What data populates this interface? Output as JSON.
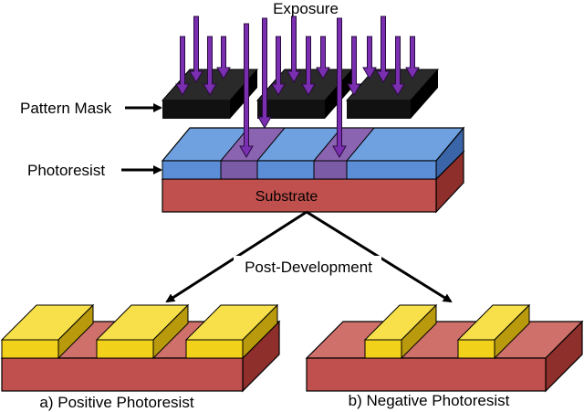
{
  "labels": {
    "exposure": "Exposure",
    "pattern_mask": "Pattern Mask",
    "photoresist": "Photoresist",
    "substrate": "Substrate",
    "post_development": "Post-Development",
    "positive_caption": "a) Positive Photoresist",
    "negative_caption": "b) Negative Photoresist"
  },
  "colors": {
    "substrate_front": "#c0504d",
    "substrate_top": "#d06a66",
    "substrate_side": "#8e2f2c",
    "resist_front": "#5b8ed6",
    "resist_top": "#6fa0e0",
    "resist_side": "#3a65a8",
    "exposed_front": "#7b5aa6",
    "exposed_top": "#8a64b0",
    "mask": "#111111",
    "mask_top": "#2a2a2a",
    "arrow_fill": "#7a2fb0",
    "arrow_stroke": "#2a0a40",
    "pillar_front": "#f2d11b",
    "pillar_top": "#f7e04a",
    "pillar_side": "#b89a0c",
    "post_substrate_top": "#d0706b"
  },
  "icons": [
    "down-arrow-icon",
    "right-arrow-icon",
    "diagonal-arrow-icon"
  ]
}
